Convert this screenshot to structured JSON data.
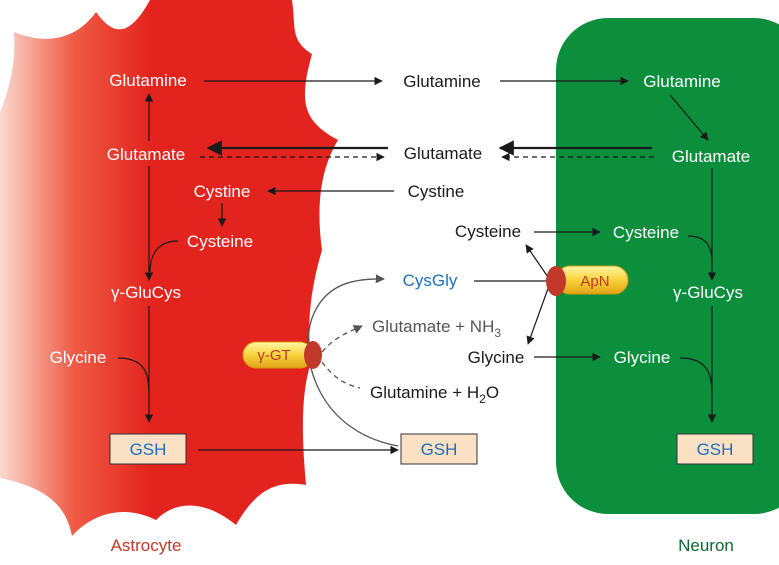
{
  "diagram": {
    "cells": {
      "astrocyte": {
        "name": "Astrocyte",
        "color": "#e3231e",
        "label_color": "#c0392b"
      },
      "neuron": {
        "name": "Neuron",
        "color": "#0b8f3c",
        "label_color": "#0b6b2e"
      }
    },
    "astrocyte_molecules": {
      "glutamine": "Glutamine",
      "glutamate": "Glutamate",
      "cystine": "Cystine",
      "cysteine": "Cysteine",
      "gamma_glucys": "γ-GluCys",
      "glycine": "Glycine",
      "gsh": "GSH"
    },
    "extracellular_molecules": {
      "glutamine": "Glutamine",
      "glutamate": "Glutamate",
      "cystine": "Cystine",
      "cysteine": "Cysteine",
      "cysgly": "CysGly",
      "glutamate_nh3": "Glutamate + NH",
      "glutamate_nh3_sub": "3",
      "glutamine_h2o": "Glutamine + H",
      "glutamine_h2o_sub": "2",
      "glutamine_h2o_tail": "O",
      "glycine": "Glycine",
      "gsh": "GSH"
    },
    "neuron_molecules": {
      "glutamine": "Glutamine",
      "glutamate": "Glutamate",
      "cysteine": "Cysteine",
      "gamma_glucys": "γ-GluCys",
      "glycine": "Glycine",
      "gsh": "GSH"
    },
    "enzymes": {
      "ggt": "γ-GT",
      "apn": "ApN"
    }
  }
}
